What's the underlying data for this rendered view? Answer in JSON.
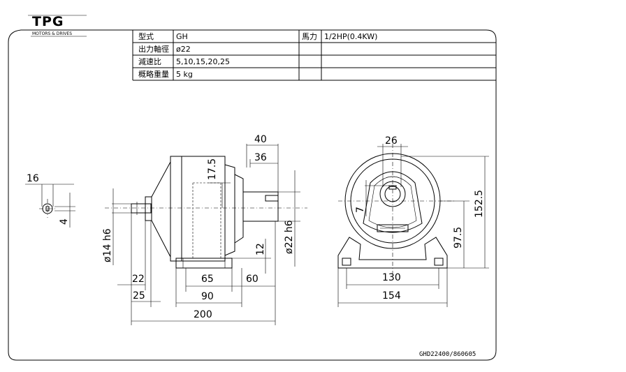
{
  "logo": {
    "mark": "TPG",
    "tagline": "MOTORS & DRIVES"
  },
  "spec_table": {
    "rows": [
      {
        "label": "型式",
        "value": "GH",
        "label2": "馬力",
        "value2": "1/2HP(0.4KW)"
      },
      {
        "label": "出力軸徑",
        "value": "ø22",
        "label2": "",
        "value2": ""
      },
      {
        "label": "減速比",
        "value": "5,10,15,20,25",
        "label2": "",
        "value2": ""
      },
      {
        "label": "概略重量",
        "value": "5 kg",
        "label2": "",
        "value2": ""
      }
    ]
  },
  "dimensions": {
    "key_width": "16",
    "key_depth": "4",
    "input_shaft": "ø14 h6",
    "shaft_22": "22",
    "shaft_25": "25",
    "d_200": "200",
    "d_90": "90",
    "d_65": "65",
    "d_60": "60",
    "d_40": "40",
    "d_36": "36",
    "d_17_5": "17.5",
    "d_12": "12",
    "output_shaft": "ø22 h6",
    "d_26": "26",
    "d_7": "7",
    "d_152_5": "152.5",
    "d_97_5": "97.5",
    "d_130": "130",
    "d_154": "154"
  },
  "drawing_code": "GHD22400/860605"
}
